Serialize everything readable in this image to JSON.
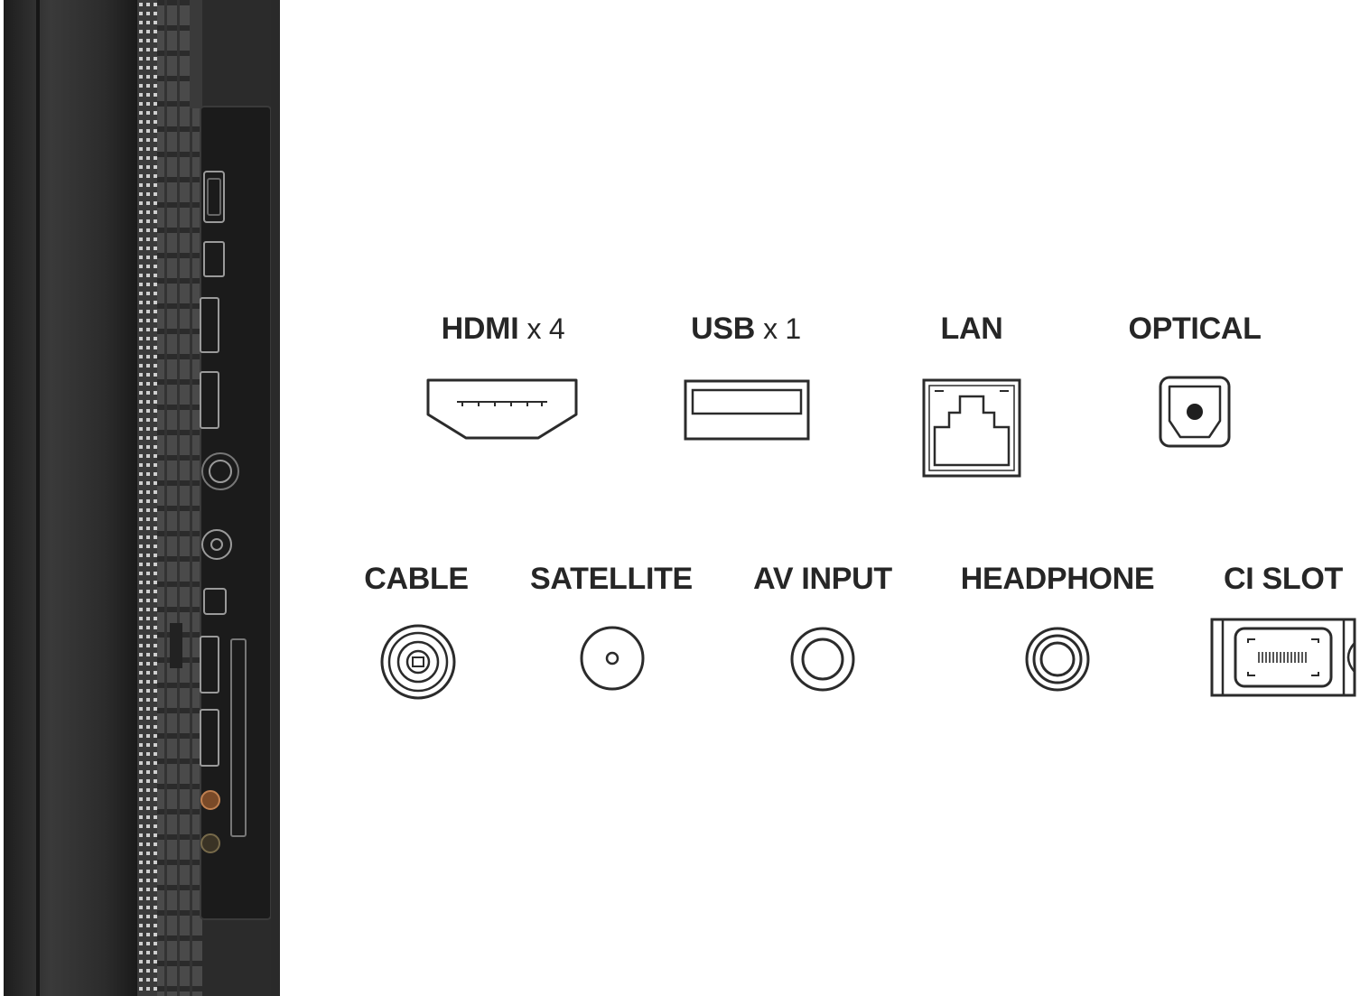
{
  "connectors": {
    "row1": [
      {
        "id": "hdmi",
        "name": "HDMI",
        "count_text": "x 4",
        "icon": "hdmi-port-icon"
      },
      {
        "id": "usb",
        "name": "USB",
        "count_text": "x 1",
        "icon": "usb-port-icon"
      },
      {
        "id": "lan",
        "name": "LAN",
        "icon": "ethernet-port-icon"
      },
      {
        "id": "optical",
        "name": "OPTICAL",
        "icon": "optical-port-icon"
      }
    ],
    "row2": [
      {
        "id": "cable",
        "name": "CABLE",
        "icon": "cable-connector-icon"
      },
      {
        "id": "satellite",
        "name": "SATELLITE",
        "icon": "satellite-connector-icon"
      },
      {
        "id": "av",
        "name": "AV INPUT",
        "icon": "av-input-jack-icon"
      },
      {
        "id": "headphone",
        "name": "HEADPHONE",
        "icon": "headphone-jack-icon"
      },
      {
        "id": "ci",
        "name": "CI SLOT",
        "icon": "ci-card-icon"
      }
    ]
  },
  "colors": {
    "background": "#ffffff",
    "text": "#262626",
    "icon_stroke": "#2b2b2b",
    "tv_body": "#2a2a2a"
  }
}
